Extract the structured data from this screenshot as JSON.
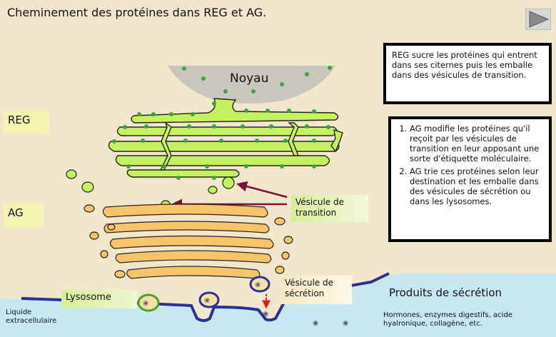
{
  "title": "Cheminement des protéines dans REG et AG.",
  "labels": {
    "reg": "REG",
    "ag": "AG",
    "noyau": "Noyau",
    "vesicule_transition": "Vésicule de transition",
    "lysosome": "Lysosome",
    "vesicule_secretion": "Vésicule de sécrétion",
    "produits_secretion": "Produits de sécrétion",
    "liquide_extracellulaire": "Liquide extracellulaire",
    "hormones": "Hormones, enzymes digestifs, acide hyalronique, collagène, etc."
  },
  "box_reg": "REG sucre les protéines qui entrent dans ses citernes puis les emballe dans des vésicules de transition.",
  "box_ag": [
    "AG modifie les protéines qu'il reçoit par les vésicules de transition en leur apposant une sorte d'étiquette moléculaire.",
    "AG trie ces protéines selon leur destination et les emballe dans des vésicules de sécrétion ou dans les lysosomes."
  ],
  "colors": {
    "background": "#f2e6cc",
    "er_green": "#c5f25e",
    "ribosome": "#3aa63a",
    "golgi": "#f8c46a",
    "nucleus": "#c9c6bd",
    "membrane": "#2a2f9a",
    "extracellular": "#c5e8f2",
    "arrow": "#7a1238",
    "secretion_arrow": "#d81d1d"
  },
  "nav_icon": "play-triangle-icon"
}
